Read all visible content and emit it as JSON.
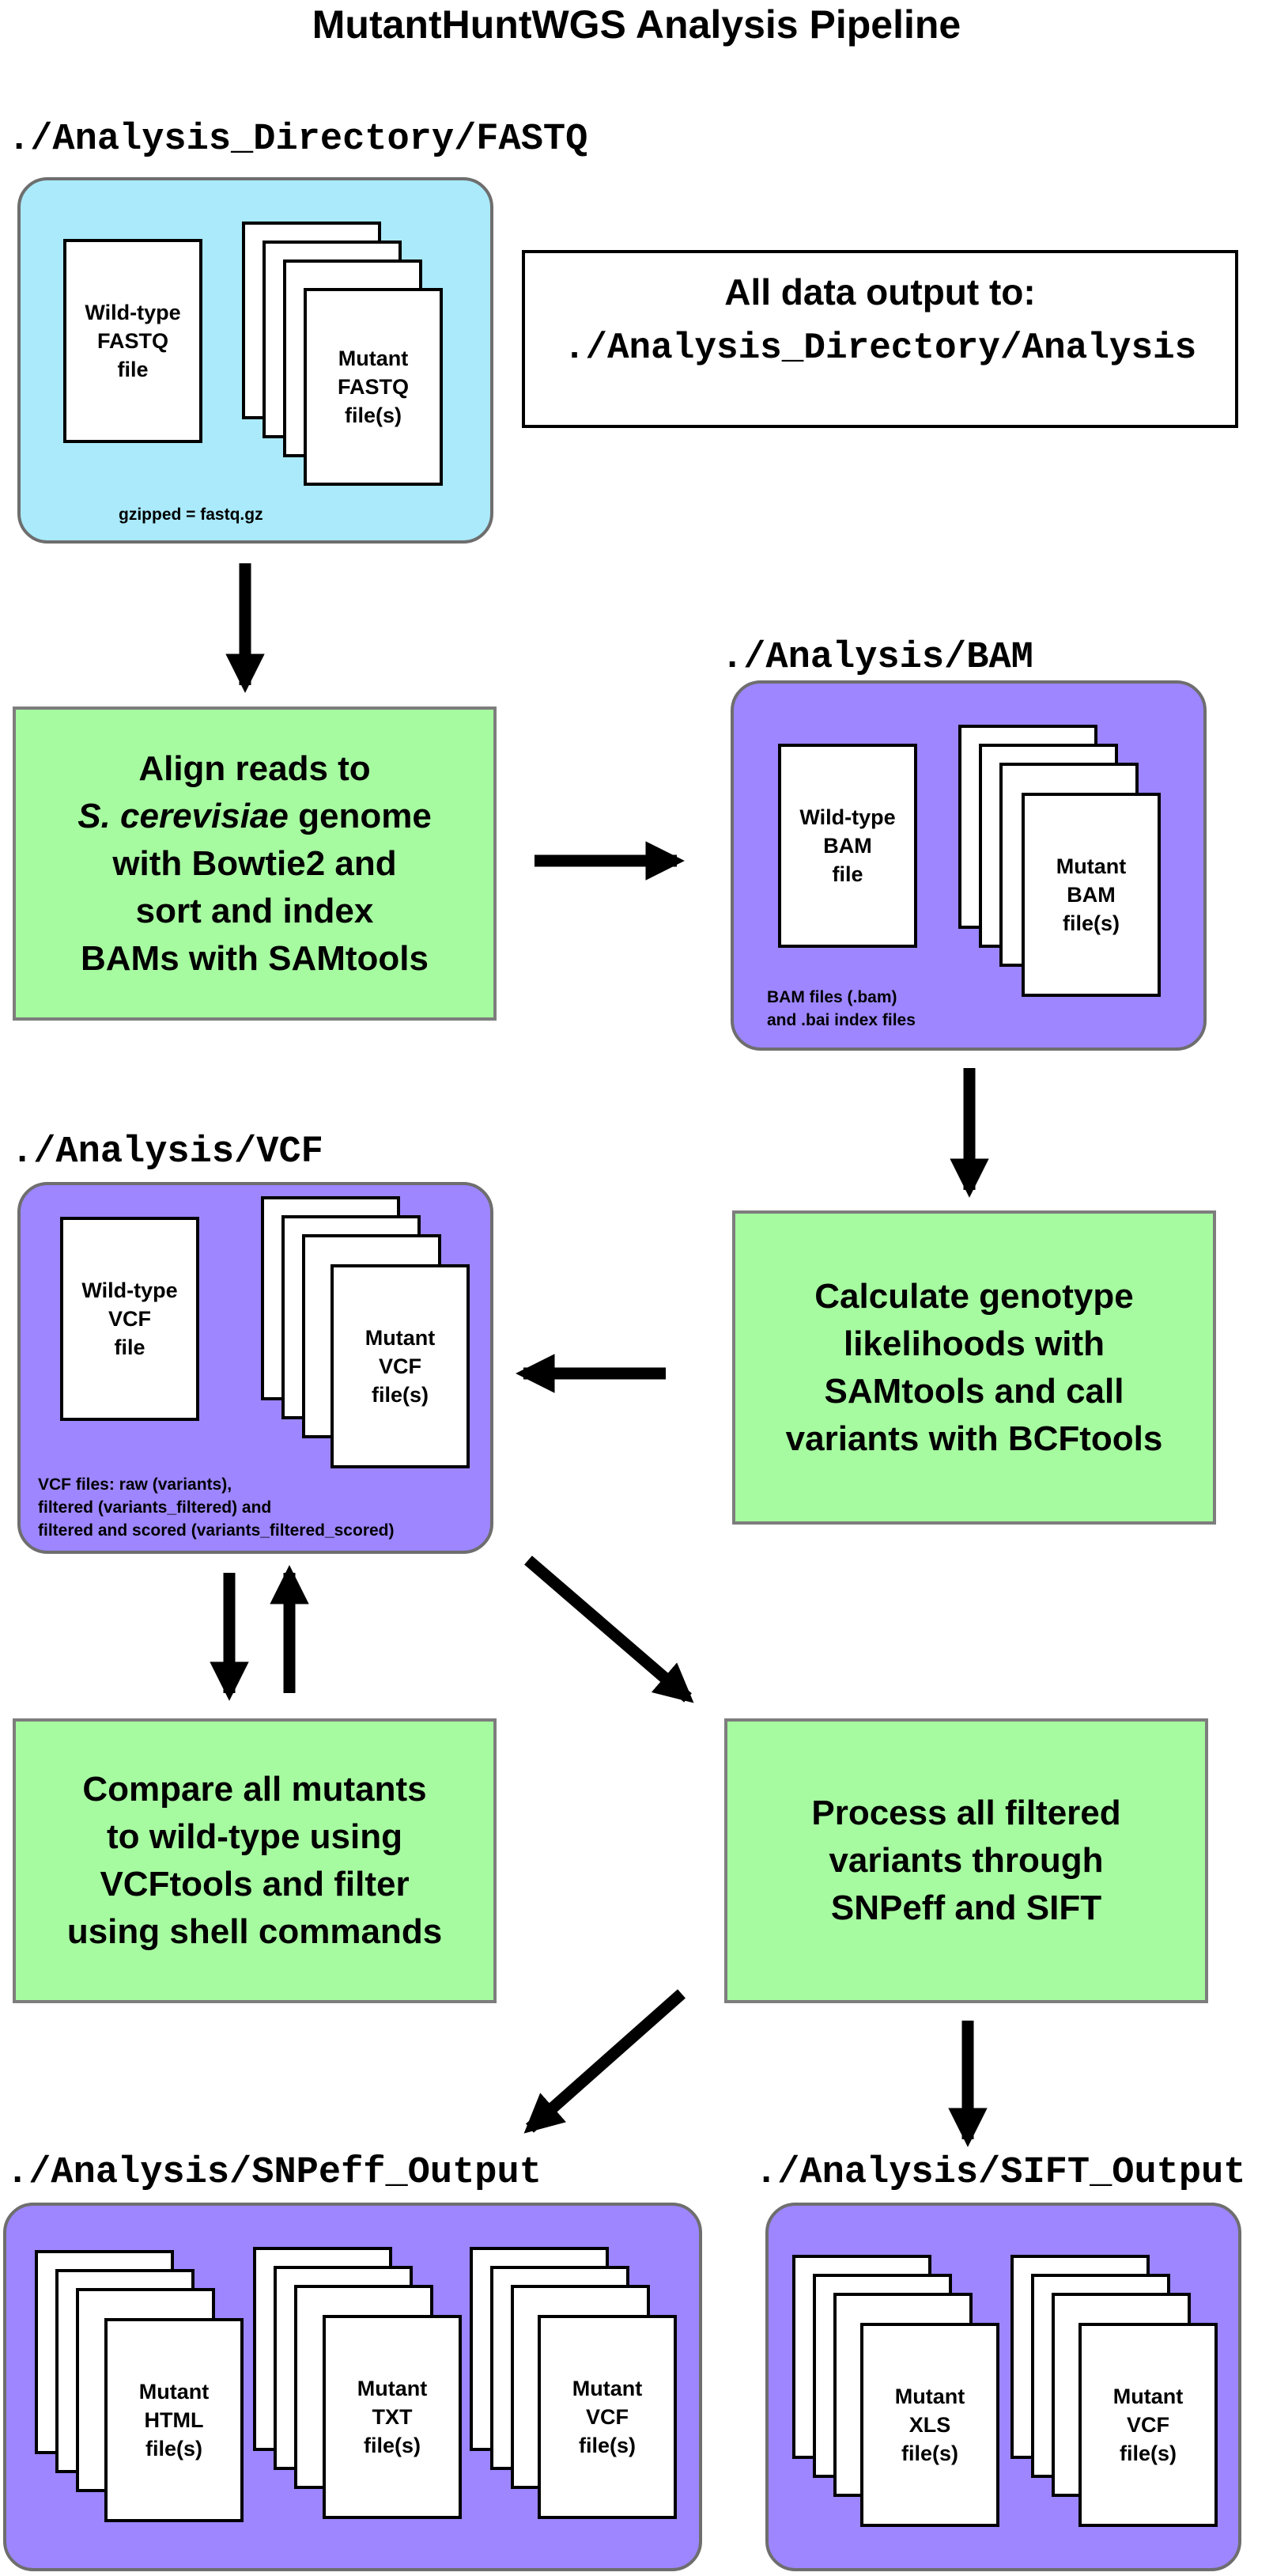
{
  "title": "MutantHuntWGS Analysis Pipeline",
  "directories": {
    "fastq": "./Analysis_Directory/FASTQ",
    "bam": "./Analysis/BAM",
    "vcf": "./Analysis/VCF",
    "snpeff": "./Analysis/SNPeff_Output",
    "sift": "./Analysis/SIFT_Output"
  },
  "output_box": {
    "line1": "All data output to:",
    "line2": "./Analysis_Directory/Analysis"
  },
  "fastq_panel": {
    "wildtype": "Wild-type\nFASTQ\nfile",
    "mutant": "Mutant\nFASTQ\nfile(s)",
    "note": "gzipped = fastq.gz"
  },
  "bam_panel": {
    "wildtype": "Wild-type\nBAM\nfile",
    "mutant": "Mutant\nBAM\nfile(s)",
    "note": "BAM files (.bam)\nand .bai index files"
  },
  "vcf_panel": {
    "wildtype": "Wild-type\nVCF\nfile",
    "mutant": "Mutant\nVCF\nfile(s)",
    "note": "VCF files: raw (variants),\nfiltered (variants_filtered) and\nfiltered and scored  (variants_filtered_scored)"
  },
  "snpeff_panel": {
    "html": "Mutant\nHTML\nfile(s)",
    "txt": "Mutant\nTXT\nfile(s)",
    "vcf": "Mutant\nVCF\nfile(s)"
  },
  "sift_panel": {
    "xls": "Mutant\nXLS\nfile(s)",
    "vcf": "Mutant\nVCF\nfile(s)"
  },
  "steps": {
    "align_pre": "Align reads to",
    "align_species": "S. cerevisiae",
    "align_post": " genome\nwith Bowtie2 and\nsort and index\nBAMs with SAMtools",
    "genotype": "Calculate genotype\nlikelihoods with\nSAMtools and call\nvariants with BCFtools",
    "compare": "Compare all mutants\nto wild-type using\nVCFtools and filter\nusing shell commands",
    "process": "Process all filtered\nvariants through\nSNPeff and SIFT"
  },
  "colors": {
    "fastq_panel": "#aaeafb",
    "output_panels": "#9d86ff",
    "process_boxes": "#a6fba0"
  }
}
